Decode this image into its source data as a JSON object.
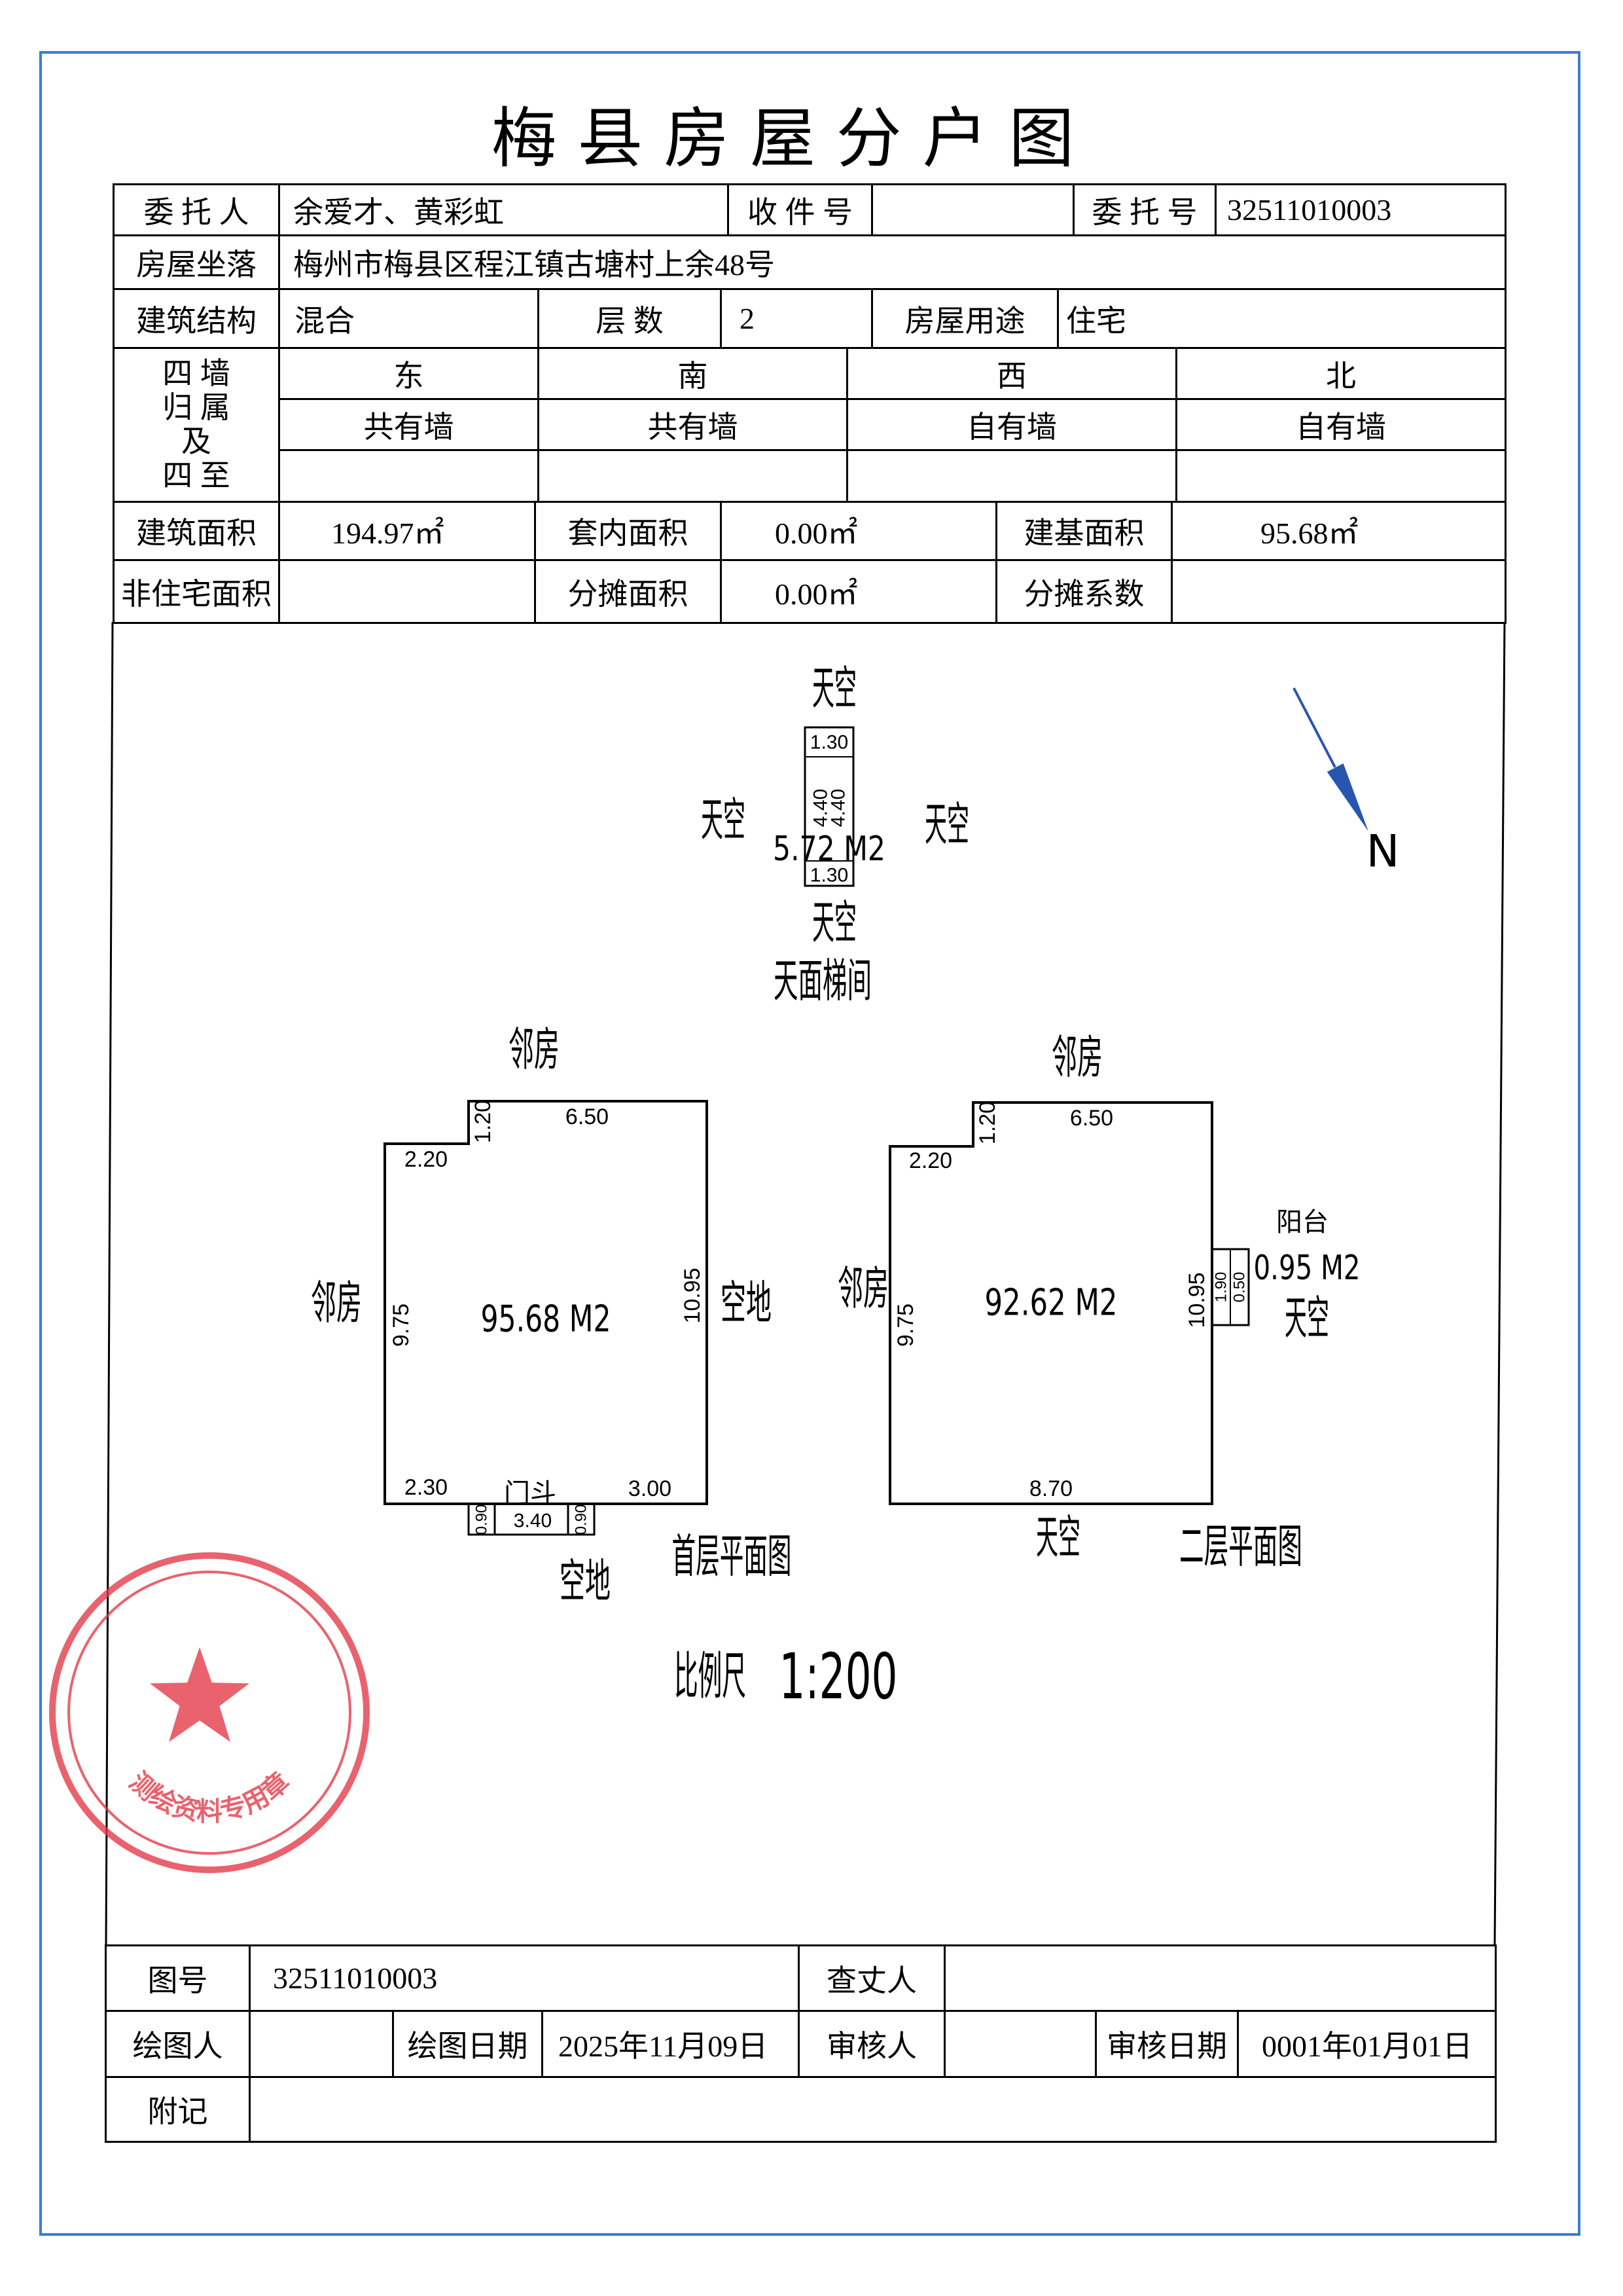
{
  "title": "梅 县 房 屋 分 户 图",
  "form": {
    "client_label": "委 托 人",
    "client": "余爱才、黄彩虹",
    "receipt_no_label": "收 件 号",
    "receipt_no": "",
    "commission_no_label": "委 托 号",
    "commission_no": "32511010003",
    "location_label": "房屋坐落",
    "location": "梅州市梅县区程江镇古塘村上余48号",
    "structure_label": "建筑结构",
    "structure": "混合",
    "floors_label": "层 数",
    "floors": "2",
    "usage_label": "房屋用途",
    "usage": "住宅",
    "walls_label_lines": [
      "四 墙",
      "归 属",
      "及",
      "四 至"
    ],
    "walls": [
      {
        "direction": "东",
        "ownership": "共有墙",
        "boundary": ""
      },
      {
        "direction": "南",
        "ownership": "共有墙",
        "boundary": ""
      },
      {
        "direction": "西",
        "ownership": "自有墙",
        "boundary": ""
      },
      {
        "direction": "北",
        "ownership": "自有墙",
        "boundary": ""
      }
    ],
    "building_area_label": "建筑面积",
    "building_area": "194.97㎡",
    "inner_area_label": "套内面积",
    "inner_area": "0.00㎡",
    "base_area_label": "建基面积",
    "base_area": "95.68㎡",
    "non_residential_area_label": "非住宅面积",
    "non_residential_area": "",
    "shared_area_label": "分摊面积",
    "shared_area": "0.00㎡",
    "shared_coefficient_label": "分摊系数",
    "shared_coefficient": ""
  },
  "plan": {
    "stair_room": {
      "name": "天面梯间",
      "area": "5.72 M2",
      "sky_top": "天空",
      "sky_left": "天空",
      "sky_right": "天空",
      "sky_bottom": "天空",
      "dim_top": "1.30",
      "dim_bottom": "1.30",
      "dim_side_a": "4.40",
      "dim_side_b": "4.40"
    },
    "north_label": "N",
    "ground_floor": {
      "title": "首层平面图",
      "area": "95.68 M2",
      "top_neighbor": "邻房",
      "left_neighbor": "邻房",
      "right_side": "空地",
      "bottom_side": "空地",
      "dims": {
        "top_step": "1.20",
        "top": "6.50",
        "top_left": "2.20",
        "left": "9.75",
        "right": "10.95",
        "bottom_left": "2.30",
        "bottom_right": "3.00"
      },
      "porch": {
        "label": "门斗",
        "width": "3.40",
        "depth_left": "0.90",
        "depth_right": "0.90"
      }
    },
    "second_floor": {
      "title": "二层平面图",
      "area": "92.62 M2",
      "top_neighbor": "邻房",
      "left_neighbor": "邻房",
      "bottom_side": "天空",
      "dims": {
        "top_step": "1.20",
        "top": "6.50",
        "top_left": "2.20",
        "left": "9.75",
        "right": "10.95",
        "bottom": "8.70"
      },
      "balcony": {
        "label": "阳台",
        "area": "0.95 M2",
        "outside": "天空",
        "dim_a": "1.90",
        "dim_b": "0.50"
      }
    },
    "scale_label": "比例尺",
    "scale": "1:200"
  },
  "seal": {
    "text": "测绘资料专用章"
  },
  "footer": {
    "map_no_label": "图号",
    "map_no": "32511010003",
    "surveyor_label": "查丈人",
    "surveyor": "",
    "drafter_label": "绘图人",
    "drafter": "",
    "draw_date_label": "绘图日期",
    "draw_date": "2025年11月09日",
    "reviewer_label": "审核人",
    "reviewer": "",
    "review_date_label": "审核日期",
    "review_date": "0001年01月01日",
    "remarks_label": "附记",
    "remarks": ""
  },
  "colors": {
    "frame_blue": "#3b7bd9",
    "seal_red": "#e23846",
    "north_arrow": "#2855b0"
  }
}
